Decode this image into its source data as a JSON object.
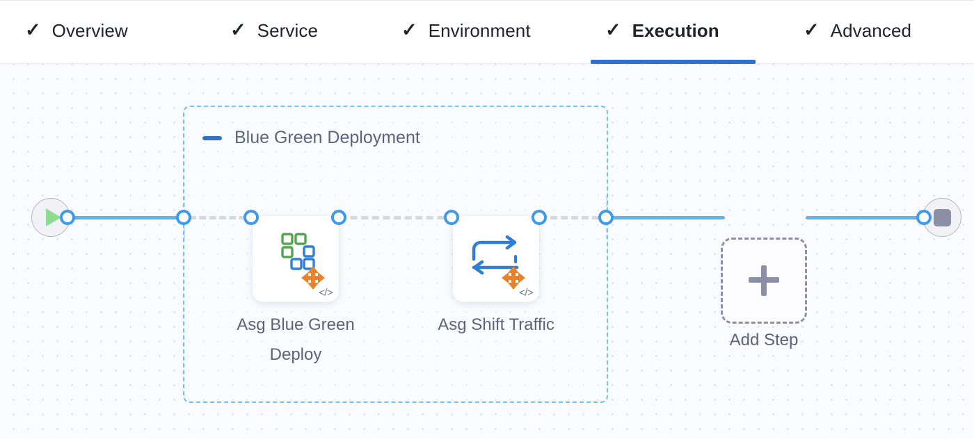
{
  "tabs": [
    {
      "label": "Overview",
      "icon": "check-icon",
      "checked": true,
      "active": false
    },
    {
      "label": "Service",
      "icon": "check-icon",
      "checked": true,
      "active": false
    },
    {
      "label": "Environment",
      "icon": "check-icon",
      "checked": true,
      "active": false
    },
    {
      "label": "Execution",
      "icon": "check-icon",
      "checked": true,
      "active": true
    },
    {
      "label": "Advanced",
      "icon": "check-icon",
      "checked": true,
      "active": false
    }
  ],
  "check_glyph": "✓",
  "pipeline": {
    "start_node": {
      "name": "start-node",
      "icon": "play-icon"
    },
    "end_node": {
      "name": "end-node",
      "icon": "stop-icon"
    },
    "group": {
      "title": "Blue Green Deployment",
      "collapse_icon": "minus-icon",
      "steps": [
        {
          "label": "Asg Blue Green Deploy",
          "icon": "asg-blue-green-deploy-icon",
          "badge": "</>"
        },
        {
          "label": "Asg Shift Traffic",
          "icon": "asg-shift-traffic-icon",
          "badge": "</>"
        }
      ]
    },
    "add_step": {
      "label": "Add Step",
      "icon": "plus-icon"
    }
  },
  "colors": {
    "accent_blue": "#2e6fd0",
    "link_blue": "#5bb6ef",
    "port_blue": "#3d9ae8",
    "group_border": "#6ec1f0",
    "dashed_gray": "#b9bfcd",
    "text_gray": "#5c6479",
    "canvas_bg": "#f9fbfe",
    "aws_orange": "#e8822c",
    "green": "#4fa84f",
    "blue_square": "#2f7fd8"
  }
}
